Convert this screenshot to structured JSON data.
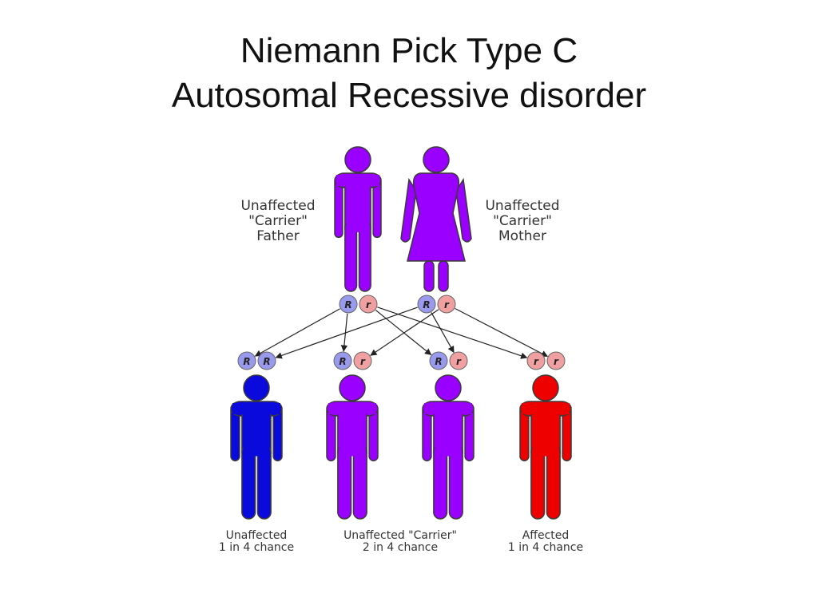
{
  "title": {
    "line1": "Niemann Pick Type C",
    "line2": "Autosomal Recessive disorder"
  },
  "colors": {
    "carrier": "#9900ff",
    "unaffected": "#0a0adc",
    "affected": "#ee0000",
    "dominant_allele": "#9999ee",
    "recessive_allele": "#f0a0a0",
    "outline": "#3a3a3a"
  },
  "alleles": {
    "dominant": "R",
    "recessive": "r"
  },
  "parents": {
    "father": {
      "line1": "Unaffected",
      "line2": "\"Carrier\"",
      "line3": "Father",
      "genotype": [
        "R",
        "r"
      ]
    },
    "mother": {
      "line1": "Unaffected",
      "line2": "\"Carrier\"",
      "line3": "Mother",
      "genotype": [
        "R",
        "r"
      ]
    }
  },
  "children": [
    {
      "genotype": [
        "R",
        "R"
      ],
      "status": "unaffected"
    },
    {
      "genotype": [
        "R",
        "r"
      ],
      "status": "carrier"
    },
    {
      "genotype": [
        "R",
        "r"
      ],
      "status": "carrier"
    },
    {
      "genotype": [
        "r",
        "r"
      ],
      "status": "affected"
    }
  ],
  "outcomes": [
    {
      "line1": "Unaffected",
      "line2": "1 in 4 chance"
    },
    {
      "line1": "Unaffected \"Carrier\"",
      "line2": "2 in 4 chance"
    },
    {
      "line1": "Affected",
      "line2": "1 in 4 chance"
    }
  ]
}
